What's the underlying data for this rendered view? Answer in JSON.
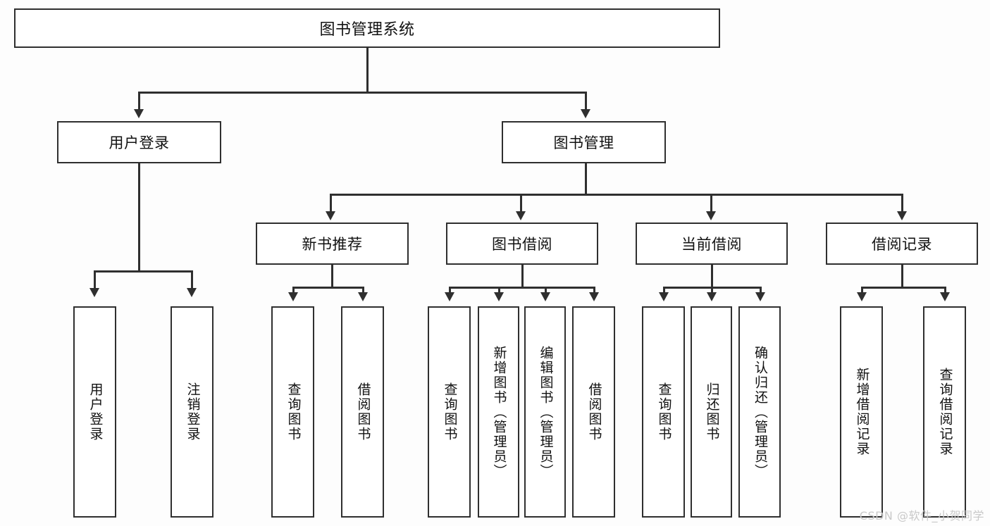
{
  "diagram": {
    "title": "图书管理系统",
    "type": "hierarchy-tree",
    "watermark": "CSDN @软件_小贺同学",
    "colors": {
      "border": "#2f2f2f",
      "fill": "#ffffff",
      "text": "#111111",
      "background": "#fdfdfd",
      "watermark": "#c9c9c9"
    }
  },
  "nodes": {
    "root": {
      "label": "图书管理系统"
    },
    "level2": [
      {
        "label": "用户登录"
      },
      {
        "label": "图书管理"
      }
    ],
    "level3": [
      {
        "label": "新书推荐"
      },
      {
        "label": "图书借阅"
      },
      {
        "label": "当前借阅"
      },
      {
        "label": "借阅记录"
      }
    ],
    "leaves": {
      "user_login": [
        {
          "label": "用户登录"
        },
        {
          "label": "注销登录"
        }
      ],
      "new_book_recommend": [
        {
          "label": "查询图书"
        },
        {
          "label": "借阅图书"
        }
      ],
      "book_borrow": [
        {
          "label": "查询图书"
        },
        {
          "label": "新增图书（管理员）"
        },
        {
          "label": "编辑图书（管理员）"
        },
        {
          "label": "借阅图书"
        }
      ],
      "current_borrow": [
        {
          "label": "查询图书"
        },
        {
          "label": "归还图书"
        },
        {
          "label": "确认归还（管理员）"
        }
      ],
      "borrow_record": [
        {
          "label": "新增借阅记录"
        },
        {
          "label": "查询借阅记录"
        }
      ]
    }
  }
}
